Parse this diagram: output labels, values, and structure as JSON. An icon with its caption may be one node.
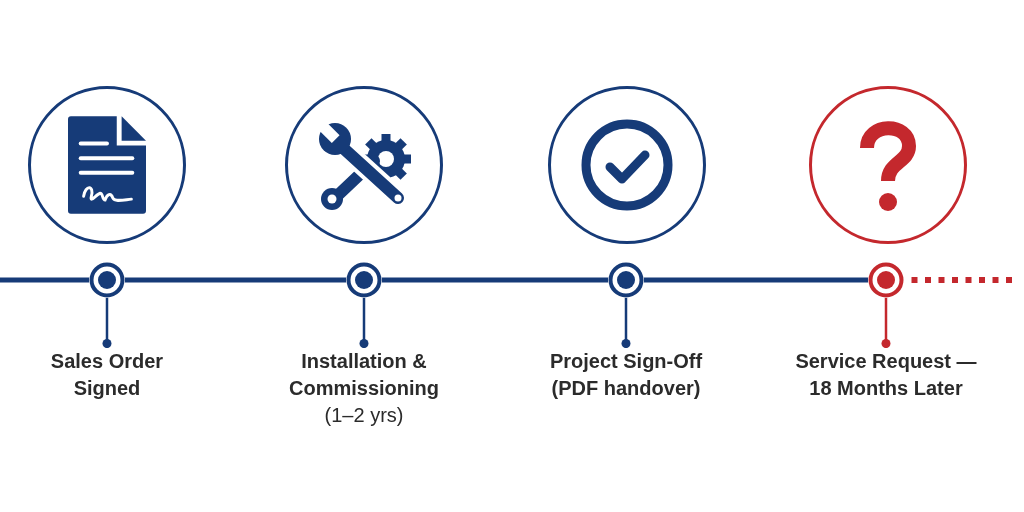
{
  "diagram": {
    "nodes": [
      {
        "text": [],
        "shape": "circle"
      },
      {
        "text": [],
        "shape": "circle"
      },
      {
        "text": [],
        "shape": "circle"
      },
      {
        "text": [],
        "shape": "circle"
      },
      {
        "text": [],
        "shape": "circle"
      },
      {
        "text": [],
        "shape": "circle"
      },
      {
        "text": [],
        "shape": "circle"
      },
      {
        "text": [],
        "shape": "circle"
      },
      {
        "text": [
          "Sales Order Signed"
        ]
      },
      {
        "text": [
          "Installation & Commissioning",
          "(1–2 yrs)"
        ]
      },
      {
        "text": [
          "Project Sign-Off (PDF handover)"
        ]
      },
      {
        "text": [
          "Service Request — 18 Months Later"
        ]
      }
    ],
    "edges": [
      {
        "from": null,
        "to": 4,
        "arrow": "none"
      },
      {
        "from": 4,
        "to": 5,
        "arrow": "none"
      },
      {
        "from": 5,
        "to": 6,
        "arrow": "none"
      },
      {
        "from": 6,
        "to": 7,
        "arrow": "none"
      },
      {
        "from": 7,
        "to": null,
        "arrow": "none",
        "style": "dashed",
        "color": "#c4282d"
      },
      {
        "from": 4,
        "to": 8,
        "arrow": "other"
      },
      {
        "from": 5,
        "to": 9,
        "arrow": "other"
      },
      {
        "from": 6,
        "to": 10,
        "arrow": "other"
      },
      {
        "from": 7,
        "to": 11,
        "arrow": "other",
        "color": "#c4282d"
      }
    ]
  }
}
